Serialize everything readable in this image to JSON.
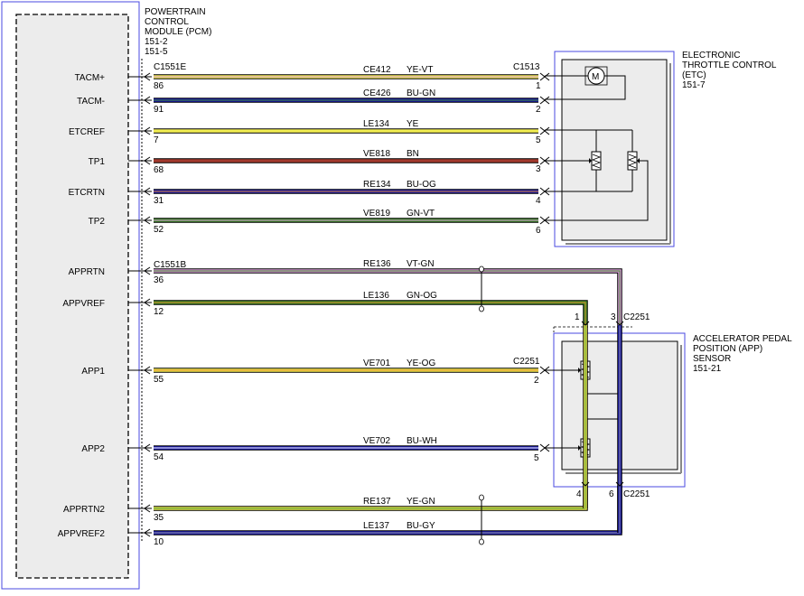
{
  "pcm": {
    "title": [
      "POWERTRAIN",
      "CONTROL",
      "MODULE (PCM)",
      "151-2",
      "151-5"
    ]
  },
  "etc": {
    "title": [
      "ELECTRONIC",
      "THROTTLE CONTROL",
      "(ETC)",
      "151-7"
    ],
    "motor_symbol": "M"
  },
  "app": {
    "title": [
      "ACCELERATOR PEDAL",
      "POSITION (APP)",
      "SENSOR",
      "151-21"
    ]
  },
  "connectors": {
    "c1551e": "C1551E",
    "c1513": "C1513",
    "c1551b": "C1551B",
    "c2251_a": "C2251",
    "c2251_b": "C2251",
    "c2251_c": "C2251"
  },
  "colors": {
    "YE-VT": "#f2ee52",
    "BU-GN": "#1a1ab0",
    "YE": "#f2ee52",
    "BN": "#a33a2e",
    "BU-OG": "#1a1ab0",
    "GN-VT": "#3f8a2a",
    "VT-GN": "#d89ad8",
    "GN-OG": "#3f8a2a",
    "YE-OG": "#f2ee52",
    "BU-WH": "#1a1ab0",
    "YE-GN": "#f2ee52",
    "BU-GY": "#1a1ab0"
  },
  "circuits": [
    {
      "name": "TACM+",
      "pin": "86",
      "code": "CE412",
      "color": "YE-VT",
      "far_pin": "1"
    },
    {
      "name": "TACM-",
      "pin": "91",
      "code": "CE426",
      "color": "BU-GN",
      "far_pin": "2"
    },
    {
      "name": "ETCREF",
      "pin": "7",
      "code": "LE134",
      "color": "YE",
      "far_pin": "5"
    },
    {
      "name": "TP1",
      "pin": "68",
      "code": "VE818",
      "color": "BN",
      "far_pin": "3"
    },
    {
      "name": "ETCRTN",
      "pin": "31",
      "code": "RE134",
      "color": "BU-OG",
      "far_pin": "4"
    },
    {
      "name": "TP2",
      "pin": "52",
      "code": "VE819",
      "color": "GN-VT",
      "far_pin": "6"
    },
    {
      "name": "APPRTN",
      "pin": "36",
      "code": "RE136",
      "color": "VT-GN",
      "far_pin": "3"
    },
    {
      "name": "APPVREF",
      "pin": "12",
      "code": "LE136",
      "color": "GN-OG",
      "far_pin": "1"
    },
    {
      "name": "APP1",
      "pin": "55",
      "code": "VE701",
      "color": "YE-OG",
      "far_pin": "2"
    },
    {
      "name": "APP2",
      "pin": "54",
      "code": "VE702",
      "color": "BU-WH",
      "far_pin": "5"
    },
    {
      "name": "APPRTN2",
      "pin": "35",
      "code": "RE137",
      "color": "YE-GN",
      "far_pin": "4"
    },
    {
      "name": "APPVREF2",
      "pin": "10",
      "code": "LE137",
      "color": "BU-GY",
      "far_pin": "6"
    }
  ]
}
